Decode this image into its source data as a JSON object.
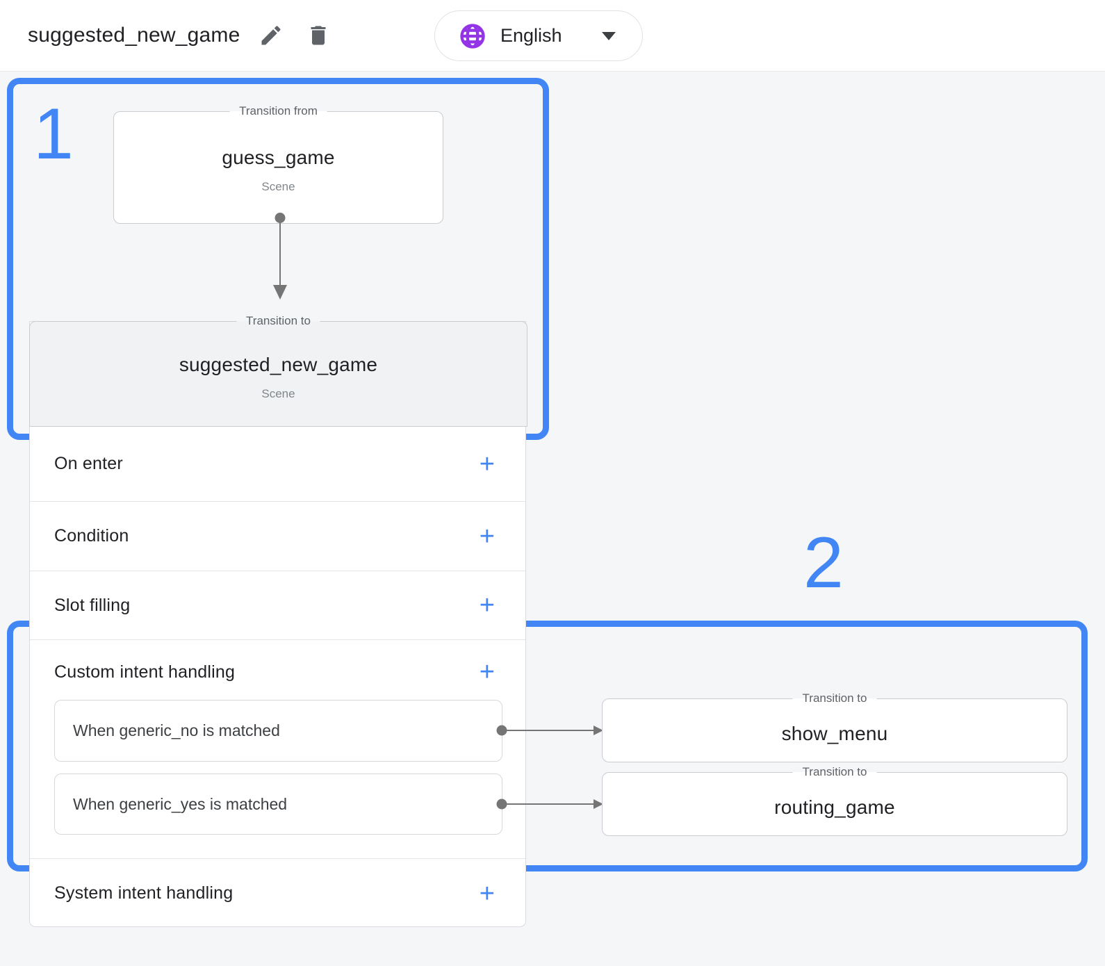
{
  "header": {
    "title": "suggested_new_game",
    "edit_icon": "pencil-edit",
    "delete_icon": "trash-delete",
    "language_selector": {
      "label": "English",
      "icon": "globe"
    }
  },
  "annotations": {
    "step_1": "1",
    "step_2": "2"
  },
  "flow": {
    "transition_from": {
      "legend": "Transition from",
      "scene_name": "guess_game",
      "scene_type": "Scene"
    },
    "transition_to": {
      "legend": "Transition to",
      "scene_name": "suggested_new_game",
      "scene_type": "Scene"
    }
  },
  "panel": {
    "sections": [
      {
        "label": "On enter",
        "add_label": "+"
      },
      {
        "label": "Condition",
        "add_label": "+"
      },
      {
        "label": "Slot filling",
        "add_label": "+"
      }
    ],
    "custom_intent_handling": {
      "label": "Custom intent handling",
      "add_label": "+",
      "intents": [
        {
          "label": "When generic_no is matched",
          "transition": {
            "legend": "Transition to",
            "scene_name": "show_menu"
          }
        },
        {
          "label": "When generic_yes is matched",
          "transition": {
            "legend": "Transition to",
            "scene_name": "routing_game"
          }
        }
      ]
    },
    "system_intent_handling": {
      "label": "System intent handling",
      "add_label": "+"
    }
  },
  "colors": {
    "annotation_blue": "#4285f4",
    "add_button_blue": "#4285f4",
    "globe_purple": "#9334e6",
    "connector_gray": "#757575"
  }
}
